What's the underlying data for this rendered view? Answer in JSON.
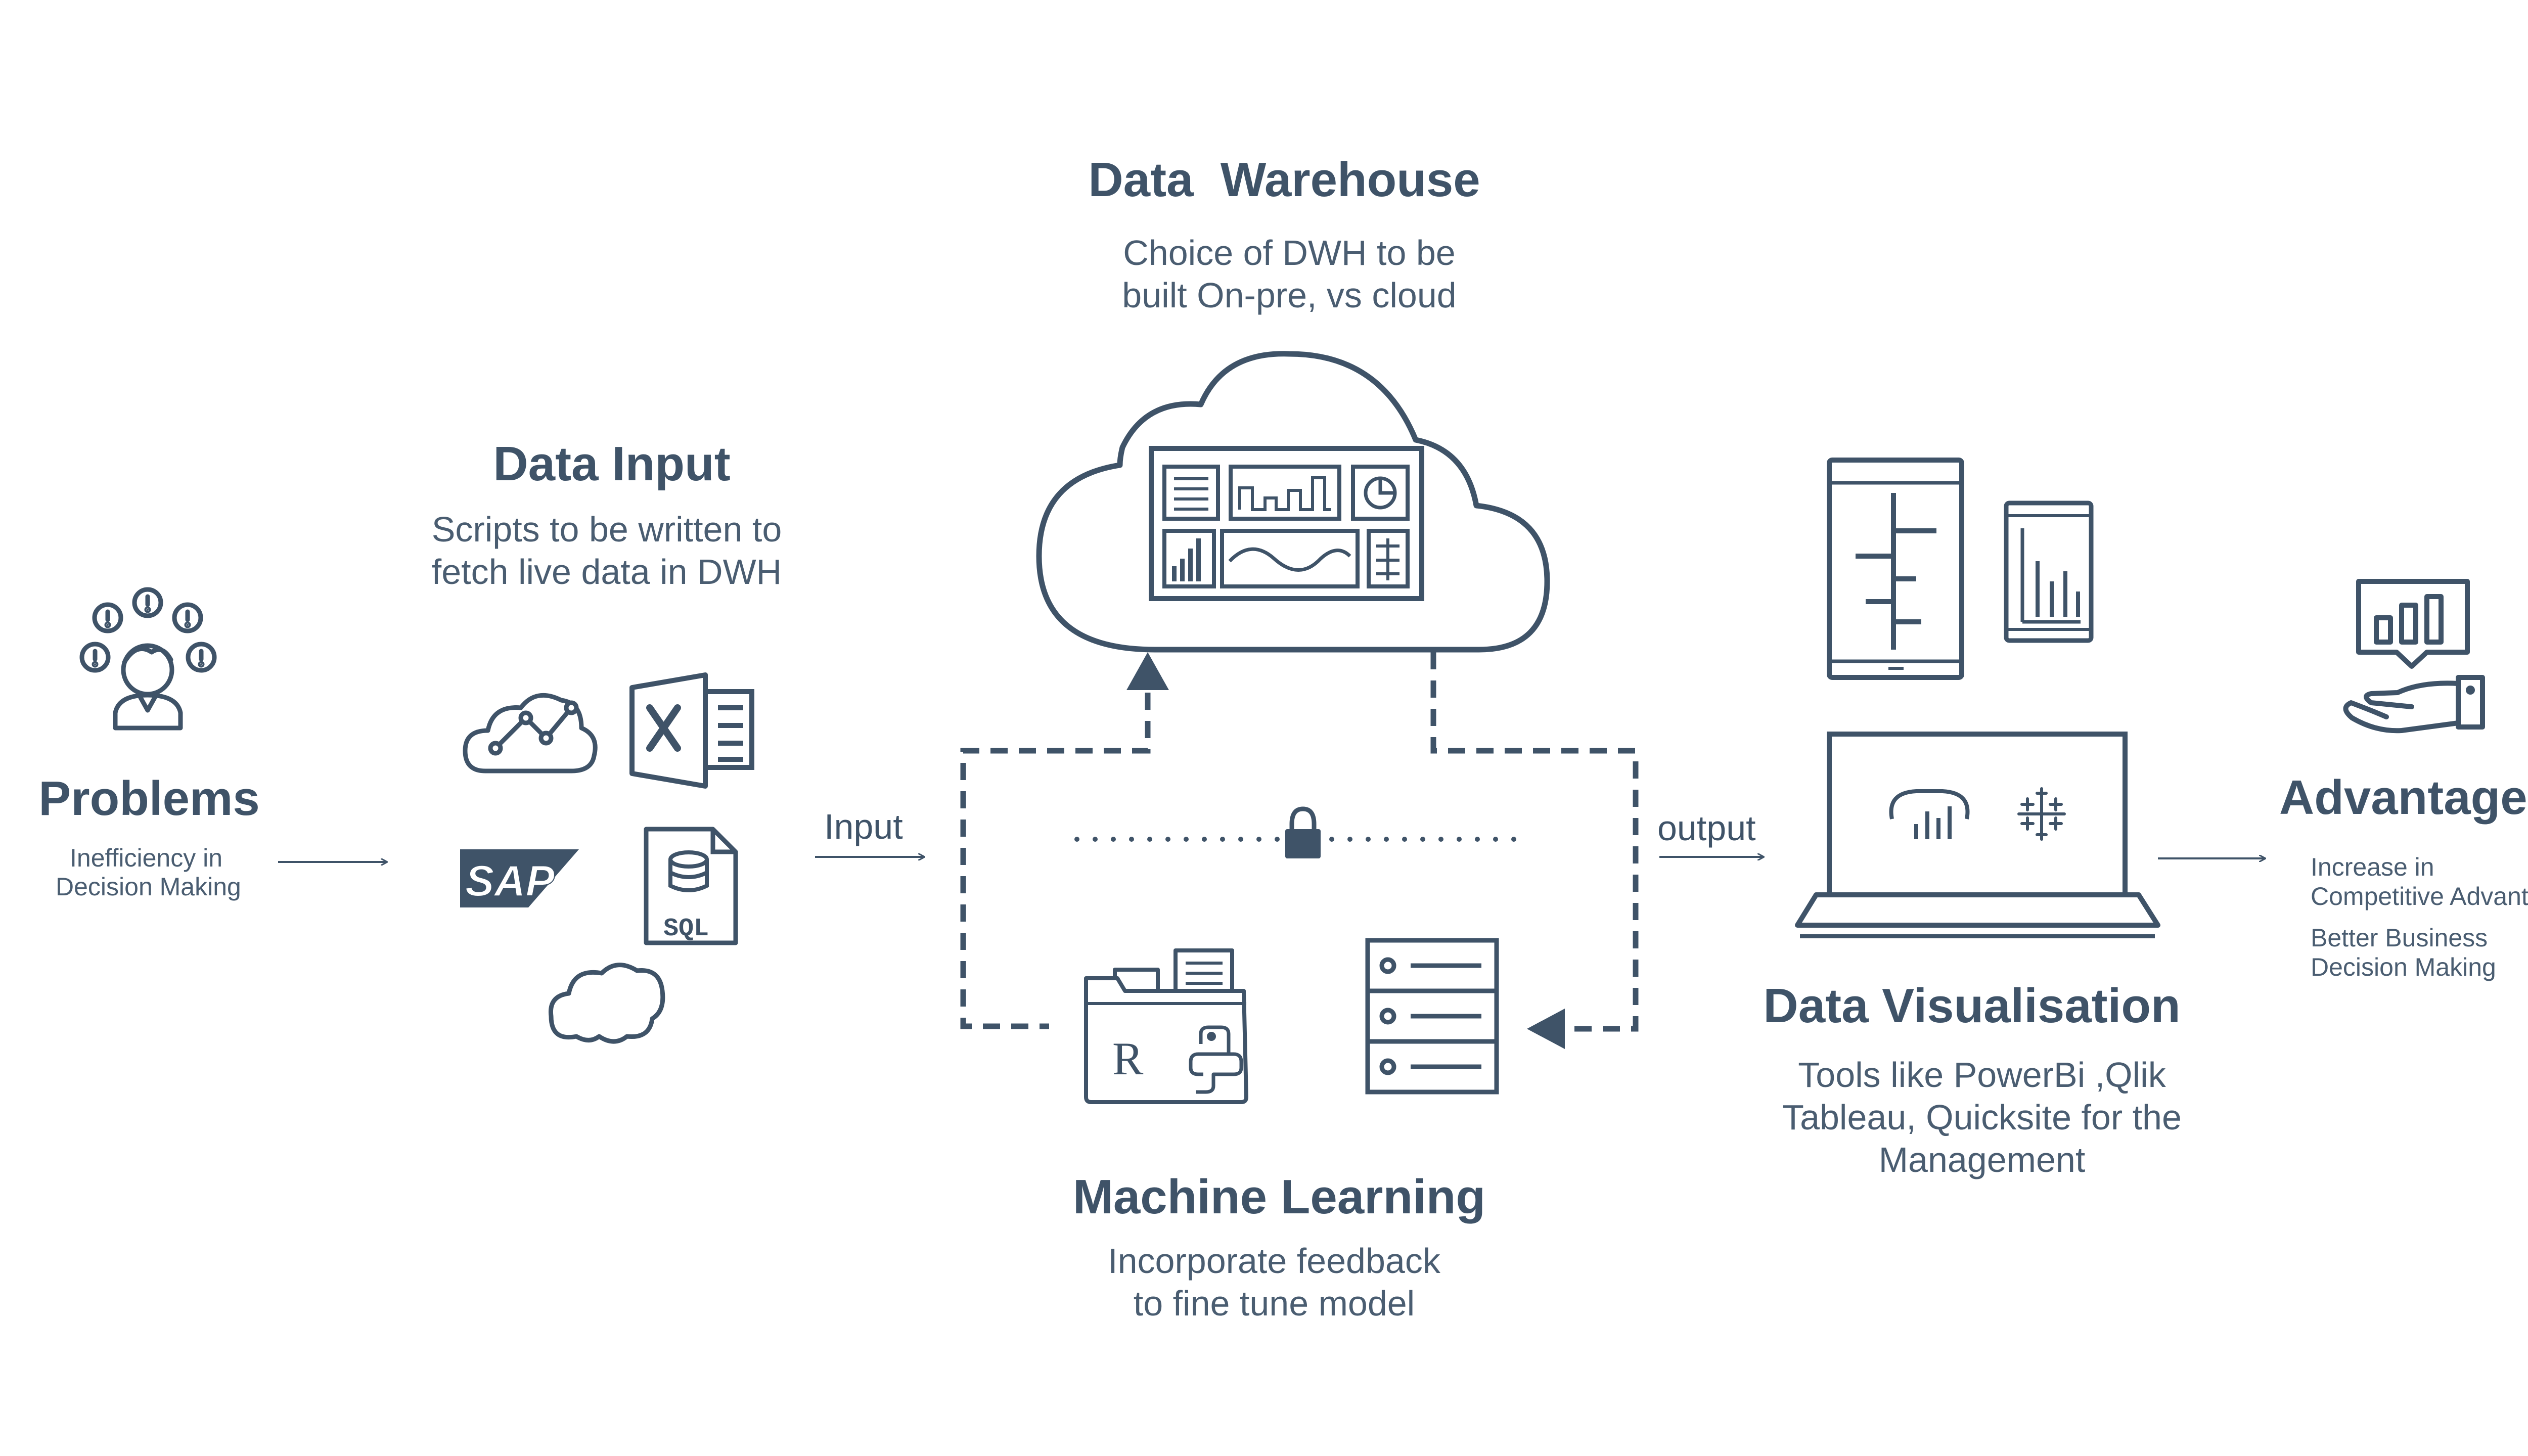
{
  "sections": {
    "problems": {
      "title": "Problems",
      "line1": "Inefficiency in",
      "line2": "Decision Making"
    },
    "data_input": {
      "title": "Data Input",
      "line1": "Scripts to be written to",
      "line2": "fetch live data in DWH"
    },
    "data_warehouse": {
      "title": "Data  Warehouse",
      "line1": "Choice of DWH to be",
      "line2": "built On-pre, vs cloud"
    },
    "machine_learning": {
      "title": "Machine Learning",
      "line1": "Incorporate feedback",
      "line2": "to fine tune model"
    },
    "data_visualisation": {
      "title": "Data Visualisation",
      "line1": "Tools like PowerBi ,Qlik",
      "line2": "Tableau, Quicksite for the",
      "line3": "Management"
    },
    "advantages": {
      "title": "Advantages",
      "item1_line1": "Increase in",
      "item1_line2": "Competitive Advantage",
      "item2_line1": "Better Business",
      "item2_line2": "Decision Making"
    }
  },
  "flow_labels": {
    "input": "Input",
    "output": "output"
  },
  "icon_labels": {
    "sap": "SAP",
    "sql": "SQL",
    "r": "R"
  },
  "colors": {
    "primary": "#3f5368",
    "text": "#4a5d71",
    "background": "#ffffff"
  },
  "icons": [
    "person-alerts-icon",
    "cloud-analytics-icon",
    "excel-icon",
    "sap-icon",
    "sql-file-icon",
    "salesforce-cloud-icon",
    "cloud-dashboard-icon",
    "lock-icon",
    "folder-r-python-icon",
    "server-icon",
    "tablet-icon",
    "phone-icon",
    "laptop-icon",
    "powerbi-icon",
    "tableau-icon",
    "hand-chart-icon"
  ]
}
